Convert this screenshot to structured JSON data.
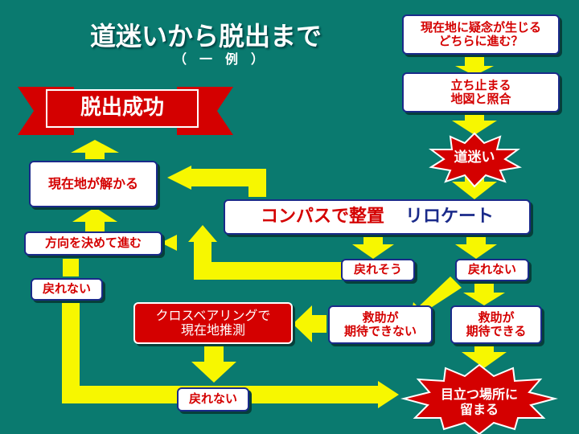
{
  "title": {
    "main": "道迷いから脱出まで",
    "sub": "（　一　例　）"
  },
  "nodes": {
    "doubt": {
      "line1": "現在地に疑念が生じる",
      "line2": "どちらに進む？"
    },
    "stop": {
      "line1": "立ち止まる",
      "line2": "地図と照合"
    },
    "lost": "道迷い",
    "compass": {
      "part1": "コンパスで整置",
      "part2": "リロケート"
    },
    "can_return": "戻れそう",
    "cannot_return_right": "戻れない",
    "rescue_unexpected": {
      "line1": "救助が",
      "line2": "期待できない"
    },
    "rescue_expected": {
      "line1": "救助が",
      "line2": "期待できる"
    },
    "cross_bearing": {
      "line1": "クロスベアリングで",
      "line2": "現在地推測"
    },
    "cannot_return_bottom": "戻れない",
    "stay_visible": {
      "line1": "目立つ場所に",
      "line2": "留まる"
    },
    "direction": "方向を決めて進む",
    "cannot_return_left": "戻れない",
    "location_known": "現在地が解かる",
    "success": "脱出成功"
  },
  "colors": {
    "background": "#0a7a6f",
    "arrow": "#f7f700",
    "box_border": "#1a2a8a",
    "text_red": "#d40000",
    "burst_red": "#d40000"
  }
}
